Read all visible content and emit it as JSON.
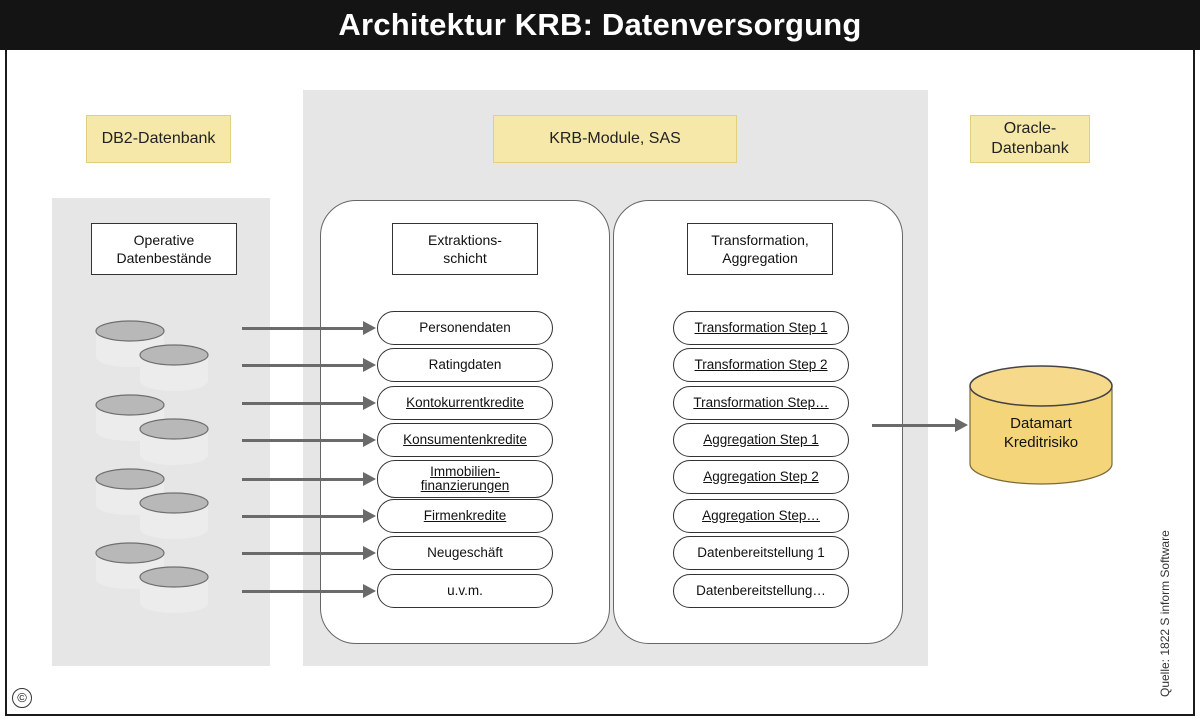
{
  "title": "Architektur KRB: Datenversorgung",
  "columns": {
    "db2": "DB2-Datenbank",
    "krb": "KRB-Module, SAS",
    "oracle_line1": "Oracle-",
    "oracle_line2": "Datenbank"
  },
  "operative": {
    "line1": "Operative",
    "line2": "Datenbestände"
  },
  "extraction": {
    "header_line1": "Extraktions-",
    "header_line2": "schicht",
    "items": [
      {
        "label": "Personendaten"
      },
      {
        "label": "Ratingdaten"
      },
      {
        "label": "Kontokurrentkredite"
      },
      {
        "label": "Konsumentenkredite"
      },
      {
        "label": "Immobilien-",
        "label2": "finanzierungen"
      },
      {
        "label": "Firmenkredite"
      },
      {
        "label": "Neugeschäft"
      },
      {
        "label": "u.v.m."
      }
    ]
  },
  "transformation": {
    "header_line1": "Transformation,",
    "header_line2": "Aggregation",
    "items": [
      "Transformation Step 1",
      "Transformation Step 2",
      "Transformation Step…",
      "Aggregation Step 1",
      "Aggregation Step 2",
      "Aggregation Step…",
      "Datenbereitstellung 1",
      "Datenbereitstellung…"
    ]
  },
  "datamart": {
    "line1": "Datamart",
    "line2": "Kreditrisiko"
  },
  "source": "Quelle: 1822 S inform Software",
  "copyright": "©",
  "colors": {
    "label_yellow": "#f6e8a8",
    "datamart_yellow": "#f5d57a",
    "panel_gray": "#e6e6e6"
  }
}
